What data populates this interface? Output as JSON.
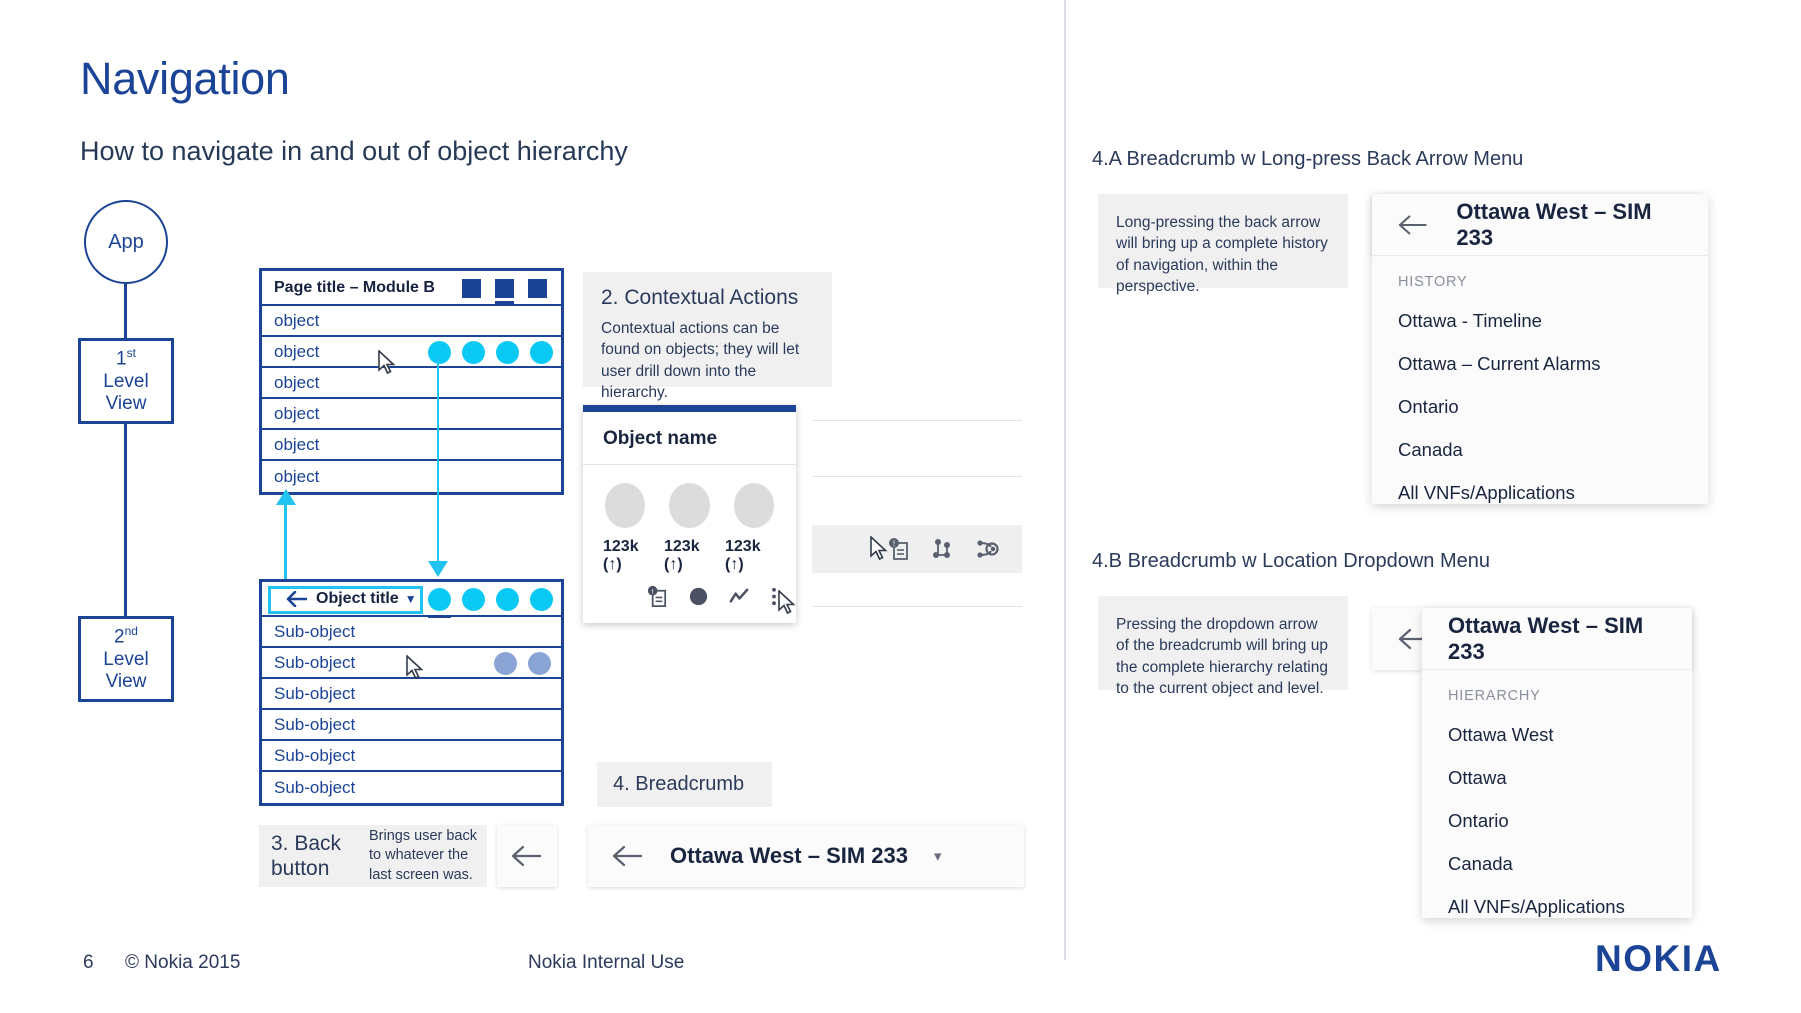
{
  "header": {
    "title": "Navigation",
    "subtitle": "How to navigate in and out of object hierarchy"
  },
  "flow": {
    "app_label": "App",
    "level1_ordinal": "1",
    "level1_suffix": "st",
    "level1_line2": "Level",
    "level1_line3": "View",
    "level2_ordinal": "2",
    "level2_suffix": "nd",
    "level2_line2": "Level",
    "level2_line3": "View"
  },
  "panel_level1": {
    "header_title": "Page title – Module B",
    "rows": [
      "object",
      "object",
      "object",
      "object",
      "object",
      "object"
    ]
  },
  "panel_level2": {
    "header_title": "Object title",
    "dropdown_caret": "▼",
    "rows": [
      "Sub-object",
      "Sub-object",
      "Sub-object",
      "Sub-object",
      "Sub-object",
      "Sub-object"
    ]
  },
  "callout_contextual": {
    "title": "2. Contextual Actions",
    "body": "Contextual actions can be found on objects; they will let user drill down into the hierarchy."
  },
  "object_card": {
    "title": "Object name",
    "metrics": [
      "123k (↑)",
      "123k (↑)",
      "123k (↑)"
    ],
    "icons": [
      "alarm-document-icon",
      "compass-icon",
      "trend-line-icon",
      "overflow-menu-icon"
    ]
  },
  "back_button_callout": {
    "label": "3. Back button",
    "description": "Brings user back to whatever the last screen was.",
    "icon": "back-arrow-icon"
  },
  "breadcrumb_callout": {
    "label": "4. Breadcrumb",
    "back_icon": "back-arrow-icon",
    "text": "Ottawa West – SIM 233",
    "caret": "▾"
  },
  "section_4a": {
    "title": "4.A Breadcrumb w Long-press Back Arrow Menu",
    "note": "Long-pressing the back arrow will bring up a complete history of navigation, within the perspective.",
    "crumb_text": "Ottawa West – SIM 233",
    "back_icon": "back-arrow-icon",
    "menu_label": "HISTORY",
    "menu_items": [
      "Ottawa - Timeline",
      "Ottawa – Current Alarms",
      "Ontario",
      "Canada",
      "All VNFs/Applications"
    ]
  },
  "section_4b": {
    "title": "4.B Breadcrumb w Location Dropdown Menu",
    "note": "Pressing the dropdown arrow of the breadcrumb will bring up the complete hierarchy relating to the current object and level.",
    "crumb_text": "Ottawa West – SIM 233",
    "back_icon": "back-arrow-icon",
    "menu_label": "HIERARCHY",
    "menu_items": [
      "Ottawa West",
      "Ottawa",
      "Ontario",
      "Canada",
      "All VNFs/Applications"
    ]
  },
  "footer": {
    "page_number": "6",
    "copyright": "© Nokia 2015",
    "classification": "Nokia Internal Use",
    "logo": "NOKIA"
  },
  "colors": {
    "brand_blue": "#1b4497",
    "cyan": "#22c3f0",
    "dark_text": "#19253f",
    "callout_bg": "#f0f0f0"
  }
}
